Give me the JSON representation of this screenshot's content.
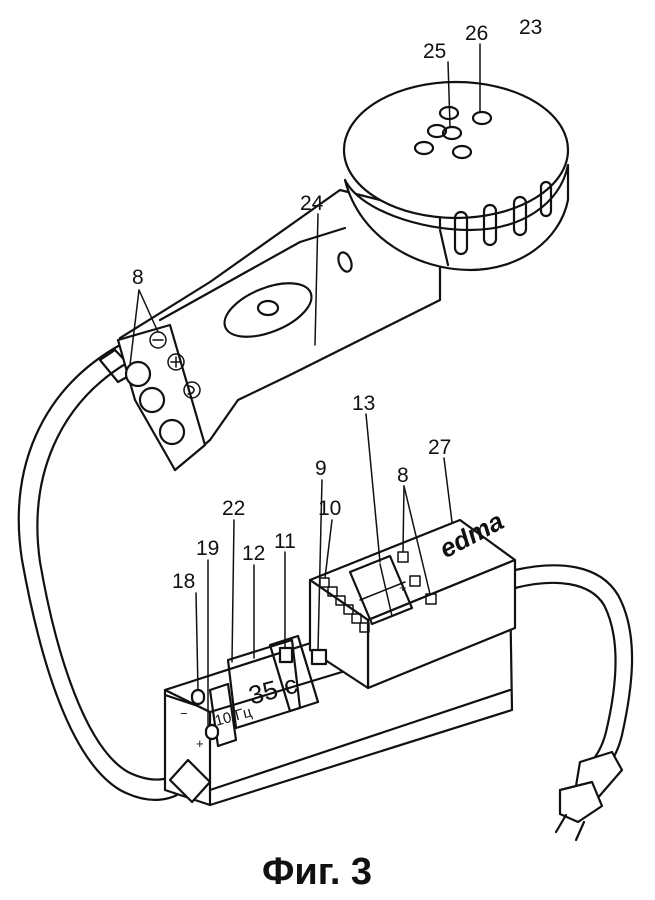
{
  "caption": "Фиг. 3",
  "brand": "edma",
  "display_values": {
    "frequency": "10 Гц",
    "time": "35 с"
  },
  "terminal_signs": {
    "minus": "−",
    "plus": "+",
    "plus_small": "+"
  },
  "labels": {
    "l23": "23",
    "l26": "26",
    "l25": "25",
    "l24": "24",
    "l8_top": "8",
    "l13": "13",
    "l27": "27",
    "l9": "9",
    "l8_box": "8",
    "l10": "10",
    "l22": "22",
    "l19": "19",
    "l11": "11",
    "l12": "12",
    "l18": "18"
  }
}
